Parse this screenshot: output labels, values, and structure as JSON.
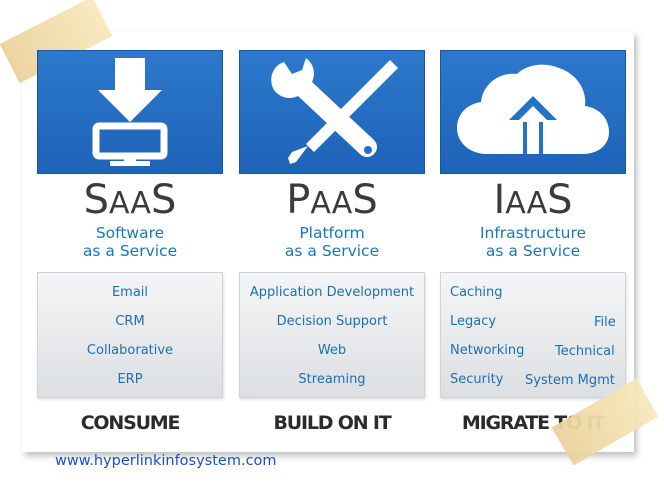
{
  "columns": [
    {
      "id": "saas",
      "abbr_first": "S",
      "abbr_middle": "AA",
      "abbr_last": "S",
      "full_line1": "Software",
      "full_line2": "as a Service",
      "items": [
        "Email",
        "CRM",
        "Collaborative",
        "ERP"
      ],
      "tagline": "CONSUME",
      "icon": "download-to-monitor-icon"
    },
    {
      "id": "paas",
      "abbr_first": "P",
      "abbr_middle": "AA",
      "abbr_last": "S",
      "full_line1": "Platform",
      "full_line2": "as a Service",
      "items": [
        "Application Development",
        "Decision Support",
        "Web",
        "Streaming"
      ],
      "tagline": "BUILD ON IT",
      "icon": "wrench-screwdriver-icon"
    },
    {
      "id": "iaas",
      "abbr_first": "I",
      "abbr_middle": "AA",
      "abbr_last": "S",
      "full_line1": "Infrastructure",
      "full_line2": "as a Service",
      "items_left": [
        "Caching",
        "Legacy",
        "Networking",
        "Security"
      ],
      "items_right": [
        "File",
        "Technical",
        "System Mgmt"
      ],
      "tagline": "MIGRATE TO IT",
      "icon": "cloud-upload-icon"
    }
  ],
  "footer": {
    "url": "www.hyperlinkinfosystem.com"
  },
  "colors": {
    "tile_blue": "#2373c4",
    "text_blue": "#1a78b8",
    "url_blue": "#1a4fd0"
  }
}
